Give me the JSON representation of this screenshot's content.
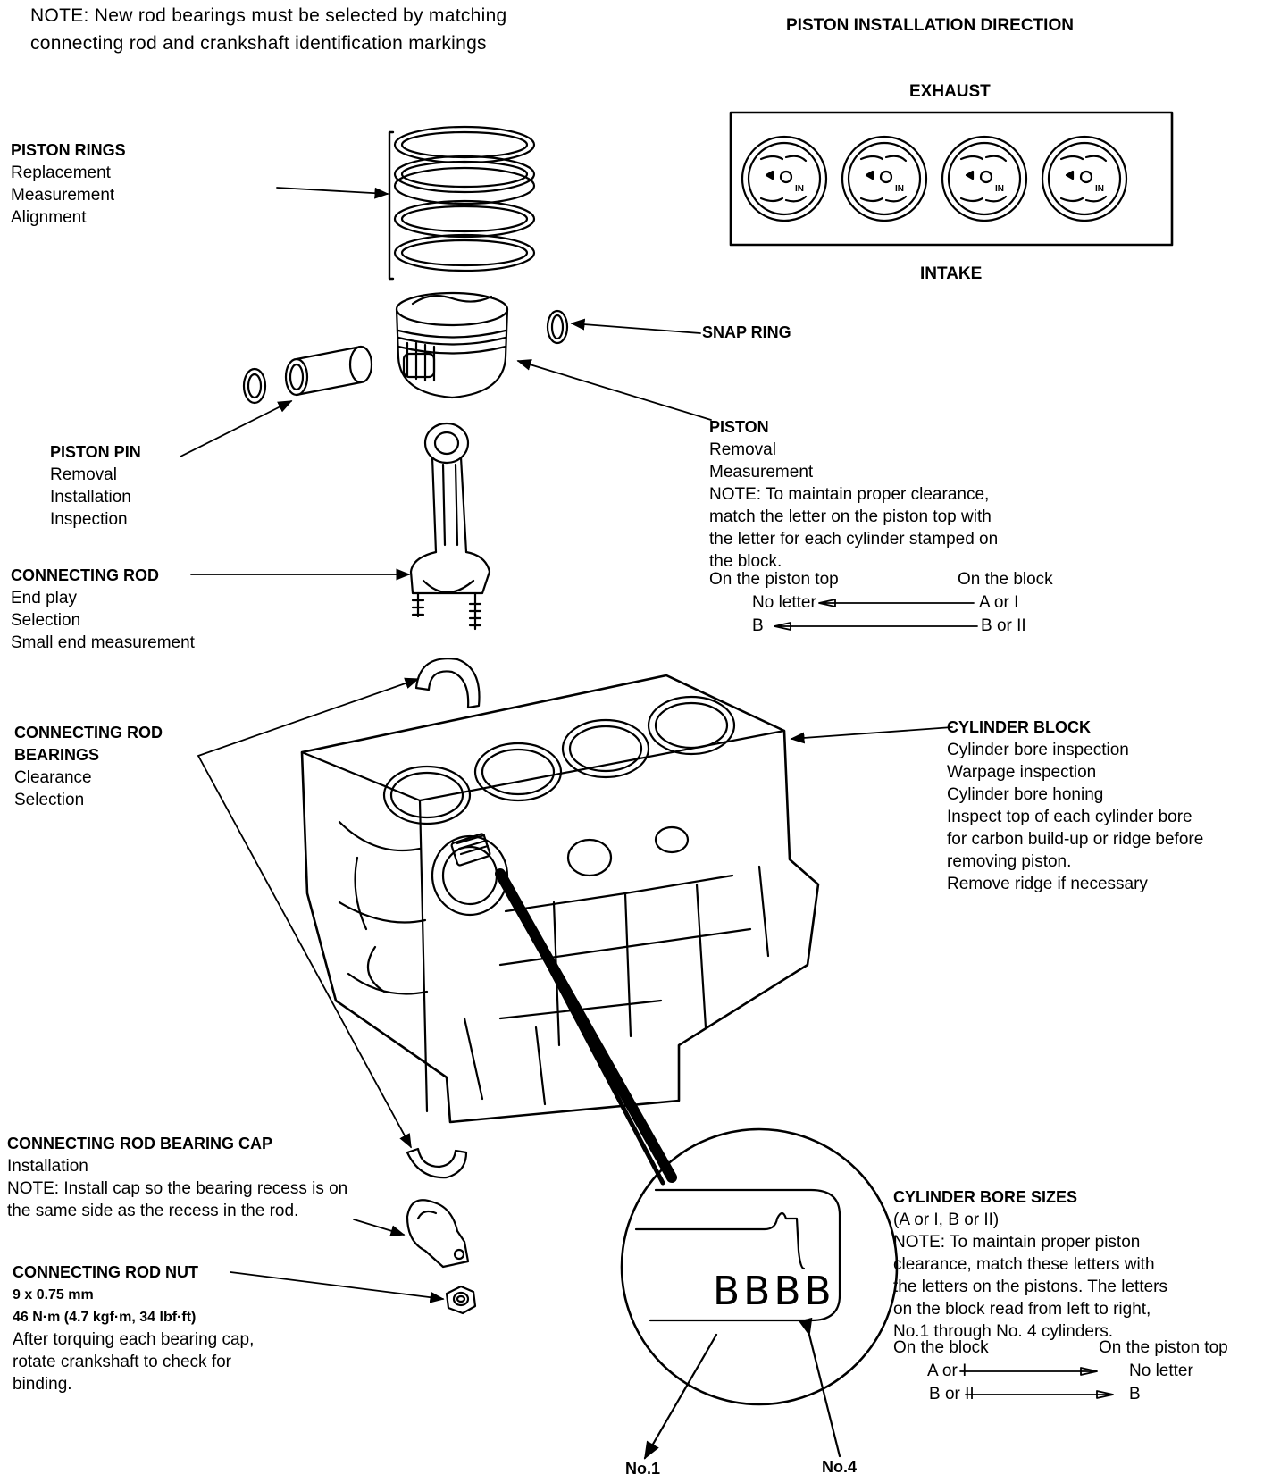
{
  "top_note": {
    "line1": "NOTE:  New rod bearings must be selected by matching",
    "line2": "connecting rod and crankshaft identification markings"
  },
  "piston_direction": {
    "title": "PISTON INSTALLATION DIRECTION",
    "exhaust": "EXHAUST",
    "intake": "INTAKE",
    "piston_mark": "IN"
  },
  "piston_rings": {
    "title": "PISTON RINGS",
    "lines": [
      "Replacement",
      "Measurement",
      "Alignment"
    ]
  },
  "snap_ring": {
    "title": "SNAP RING"
  },
  "piston": {
    "title": "PISTON",
    "lines": [
      "Removal",
      "Measurement",
      "NOTE:   To maintain proper clearance,",
      "match the letter on the piston top with",
      "the letter for each cylinder stamped on",
      "the block."
    ],
    "col_left": "On the piston top",
    "col_right": "On the block",
    "map": [
      {
        "from": "No letter",
        "to": "A or I"
      },
      {
        "from": "B",
        "to": "B or II"
      }
    ]
  },
  "piston_pin": {
    "title": "PISTON PIN",
    "lines": [
      "Removal",
      "Installation",
      "Inspection"
    ]
  },
  "connecting_rod": {
    "title": "CONNECTING ROD",
    "lines": [
      "End play",
      "Selection",
      "Small end measurement"
    ]
  },
  "rod_bearings": {
    "title1": "CONNECTING ROD",
    "title2": "BEARINGS",
    "lines": [
      "Clearance",
      "Selection"
    ]
  },
  "cylinder_block": {
    "title": "CYLINDER BLOCK",
    "lines": [
      "Cylinder bore inspection",
      "Warpage inspection",
      "Cylinder bore honing",
      "Inspect top of each cylinder bore",
      "for carbon build-up or ridge before",
      "removing piston.",
      "Remove ridge if necessary"
    ]
  },
  "bearing_cap": {
    "title": "CONNECTING ROD BEARING CAP",
    "lines": [
      "Installation",
      "NOTE:  Install cap so the bearing recess is on",
      "the same side as the recess in the rod."
    ]
  },
  "rod_nut": {
    "title": "CONNECTING ROD NUT",
    "spec1": "9 x 0.75 mm",
    "spec2": "46 N·m (4.7 kgf·m, 34 lbf·ft)",
    "lines": [
      "After torquing each bearing cap,",
      "rotate crankshaft to check for",
      "binding."
    ]
  },
  "bore_sizes": {
    "title": "CYLINDER BORE SIZES",
    "lines": [
      "(A or I, B or II)",
      "NOTE:   To maintain proper piston",
      "clearance, match these letters with",
      "the letters on the pistons. The letters",
      "on the block read from left to right,",
      "No.1 through No. 4 cylinders."
    ],
    "col_left": "On the block",
    "col_right": "On the piston top",
    "map": [
      {
        "from": "A or I",
        "to": "No letter"
      },
      {
        "from": "B or II",
        "to": "B"
      }
    ]
  },
  "detail": {
    "stamp": "BBBB",
    "no1": "No.1",
    "no4": "No.4"
  }
}
